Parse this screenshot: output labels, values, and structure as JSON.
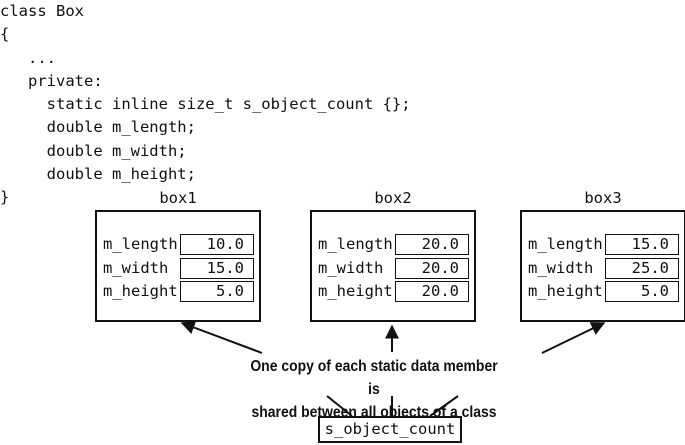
{
  "code_lines": [
    "class Box",
    "{",
    "   ...",
    "   private:",
    "     static inline size_t s_object_count {};",
    "     double m_length;",
    "     double m_width;",
    "     double m_height;",
    "}"
  ],
  "objects": [
    {
      "name": "box1",
      "fields": [
        {
          "label": "m_length",
          "value": "10.0"
        },
        {
          "label": "m_width",
          "value": "15.0"
        },
        {
          "label": "m_height",
          "value": "5.0"
        }
      ]
    },
    {
      "name": "box2",
      "fields": [
        {
          "label": "m_length",
          "value": "20.0"
        },
        {
          "label": "m_width",
          "value": "20.0"
        },
        {
          "label": "m_height",
          "value": "20.0"
        }
      ]
    },
    {
      "name": "box3",
      "fields": [
        {
          "label": "m_length",
          "value": "15.0"
        },
        {
          "label": "m_width",
          "value": "25.0"
        },
        {
          "label": "m_height",
          "value": "5.0"
        }
      ]
    }
  ],
  "caption_lines": [
    "One copy of each static data member is",
    "shared between all objects of a class"
  ],
  "static_member": "s_object_count"
}
